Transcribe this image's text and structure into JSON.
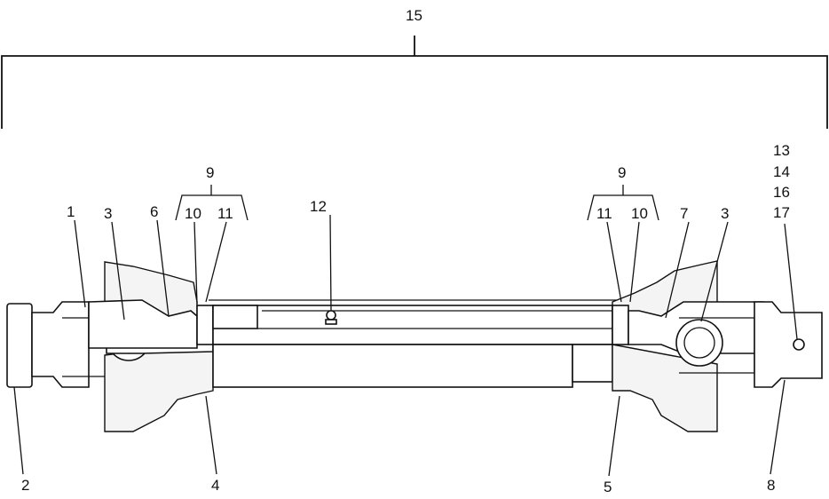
{
  "diagram": {
    "labels": {
      "l1": "1",
      "l2": "2",
      "l3a": "3",
      "l3b": "3",
      "l4": "4",
      "l5": "5",
      "l6": "6",
      "l7": "7",
      "l8": "8",
      "l9a": "9",
      "l9b": "9",
      "l10a": "10",
      "l10b": "10",
      "l11a": "11",
      "l11b": "11",
      "l12": "12",
      "l13": "13",
      "l14": "14",
      "l15": "15",
      "l16": "16",
      "l17": "17"
    }
  }
}
